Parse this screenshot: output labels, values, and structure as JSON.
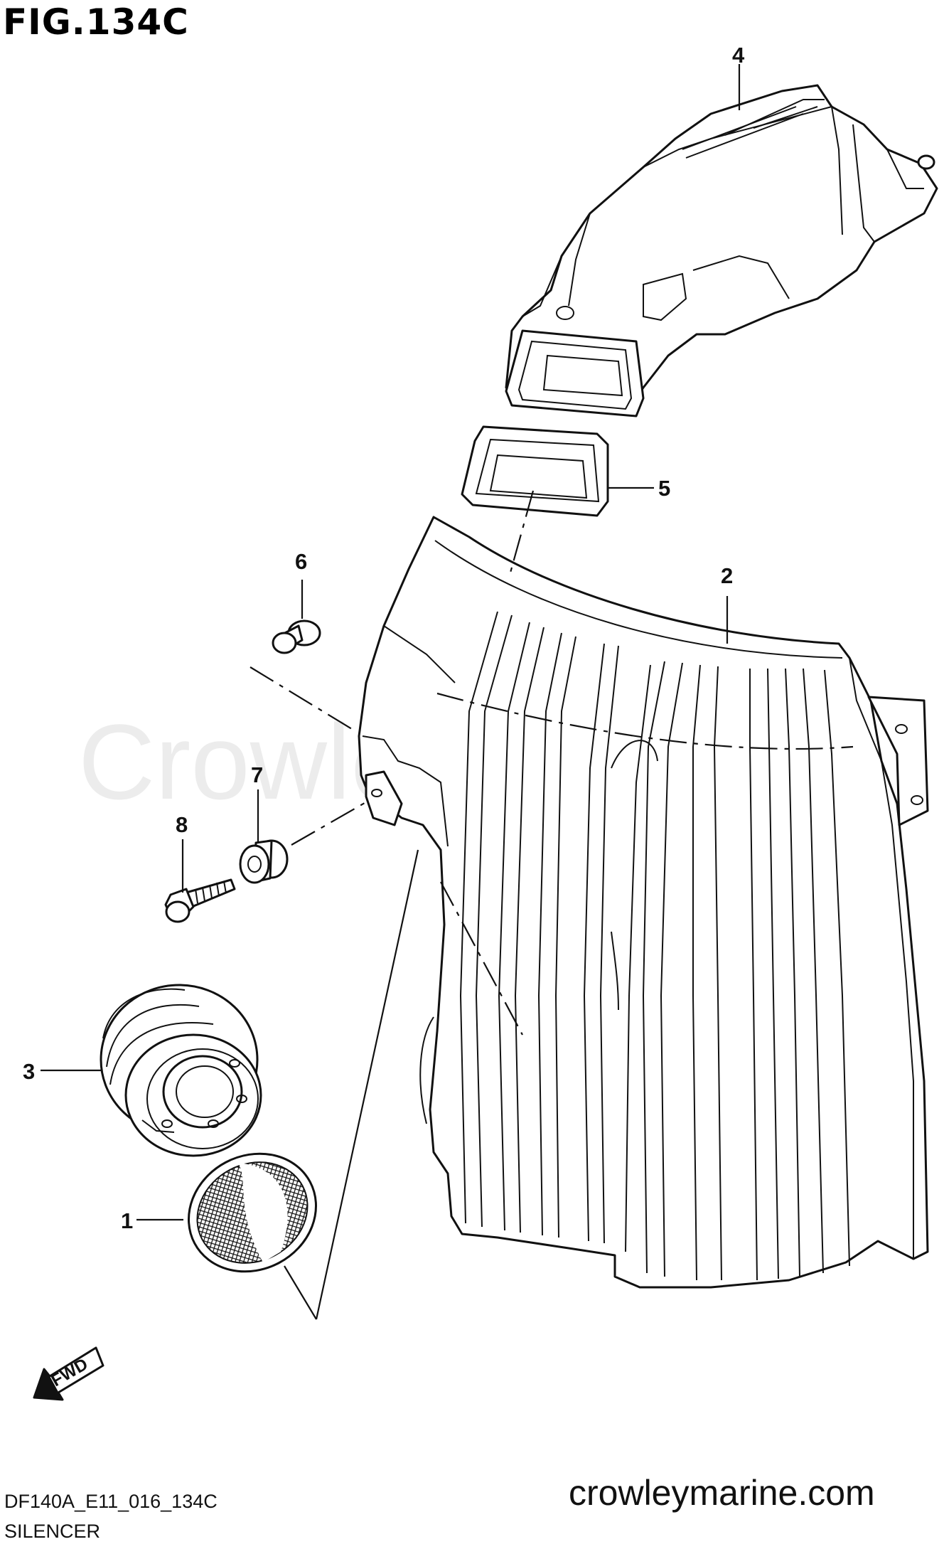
{
  "header": {
    "figure_title": "FIG.134C"
  },
  "watermark": {
    "text": "Crowley Marine"
  },
  "callouts": [
    {
      "id": "1",
      "label": "1"
    },
    {
      "id": "2",
      "label": "2"
    },
    {
      "id": "3",
      "label": "3"
    },
    {
      "id": "4",
      "label": "4"
    },
    {
      "id": "5",
      "label": "5"
    },
    {
      "id": "6",
      "label": "6"
    },
    {
      "id": "7",
      "label": "7"
    },
    {
      "id": "8",
      "label": "8"
    }
  ],
  "fwd_arrow": {
    "label": "FWD"
  },
  "footer": {
    "website": "crowleymarine.com",
    "diagram_code": "DF140A_E11_016_134C",
    "caption": "SILENCER"
  }
}
